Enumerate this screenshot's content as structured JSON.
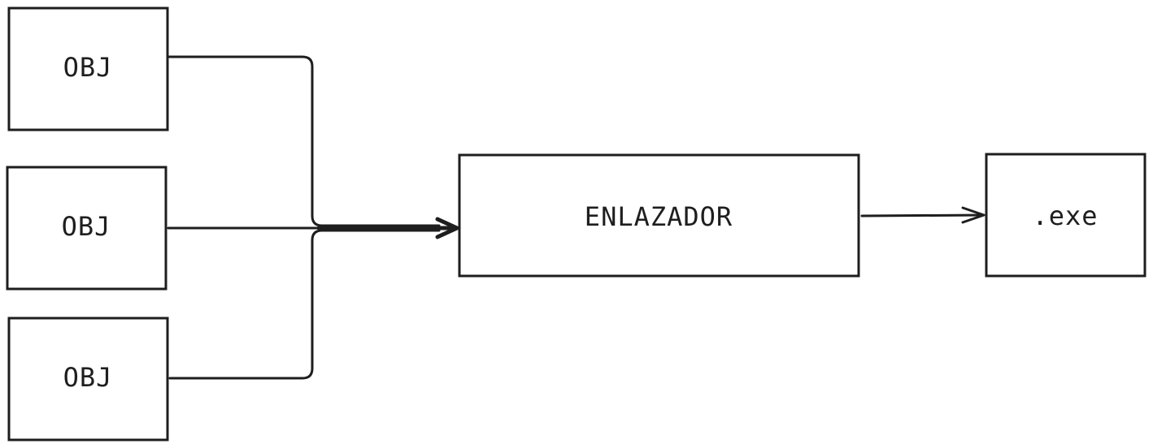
{
  "diagram": {
    "nodes": {
      "obj_1": "OBJ",
      "obj_2": "OBJ",
      "obj_3": "OBJ",
      "linker": "ENLAZADOR",
      "output": ".exe"
    },
    "edges": [
      {
        "from": "obj_1",
        "to": "linker"
      },
      {
        "from": "obj_2",
        "to": "linker"
      },
      {
        "from": "obj_3",
        "to": "linker"
      },
      {
        "from": "linker",
        "to": "output"
      }
    ],
    "colors": {
      "stroke": "#1e1e1e",
      "background": "#ffffff"
    }
  }
}
